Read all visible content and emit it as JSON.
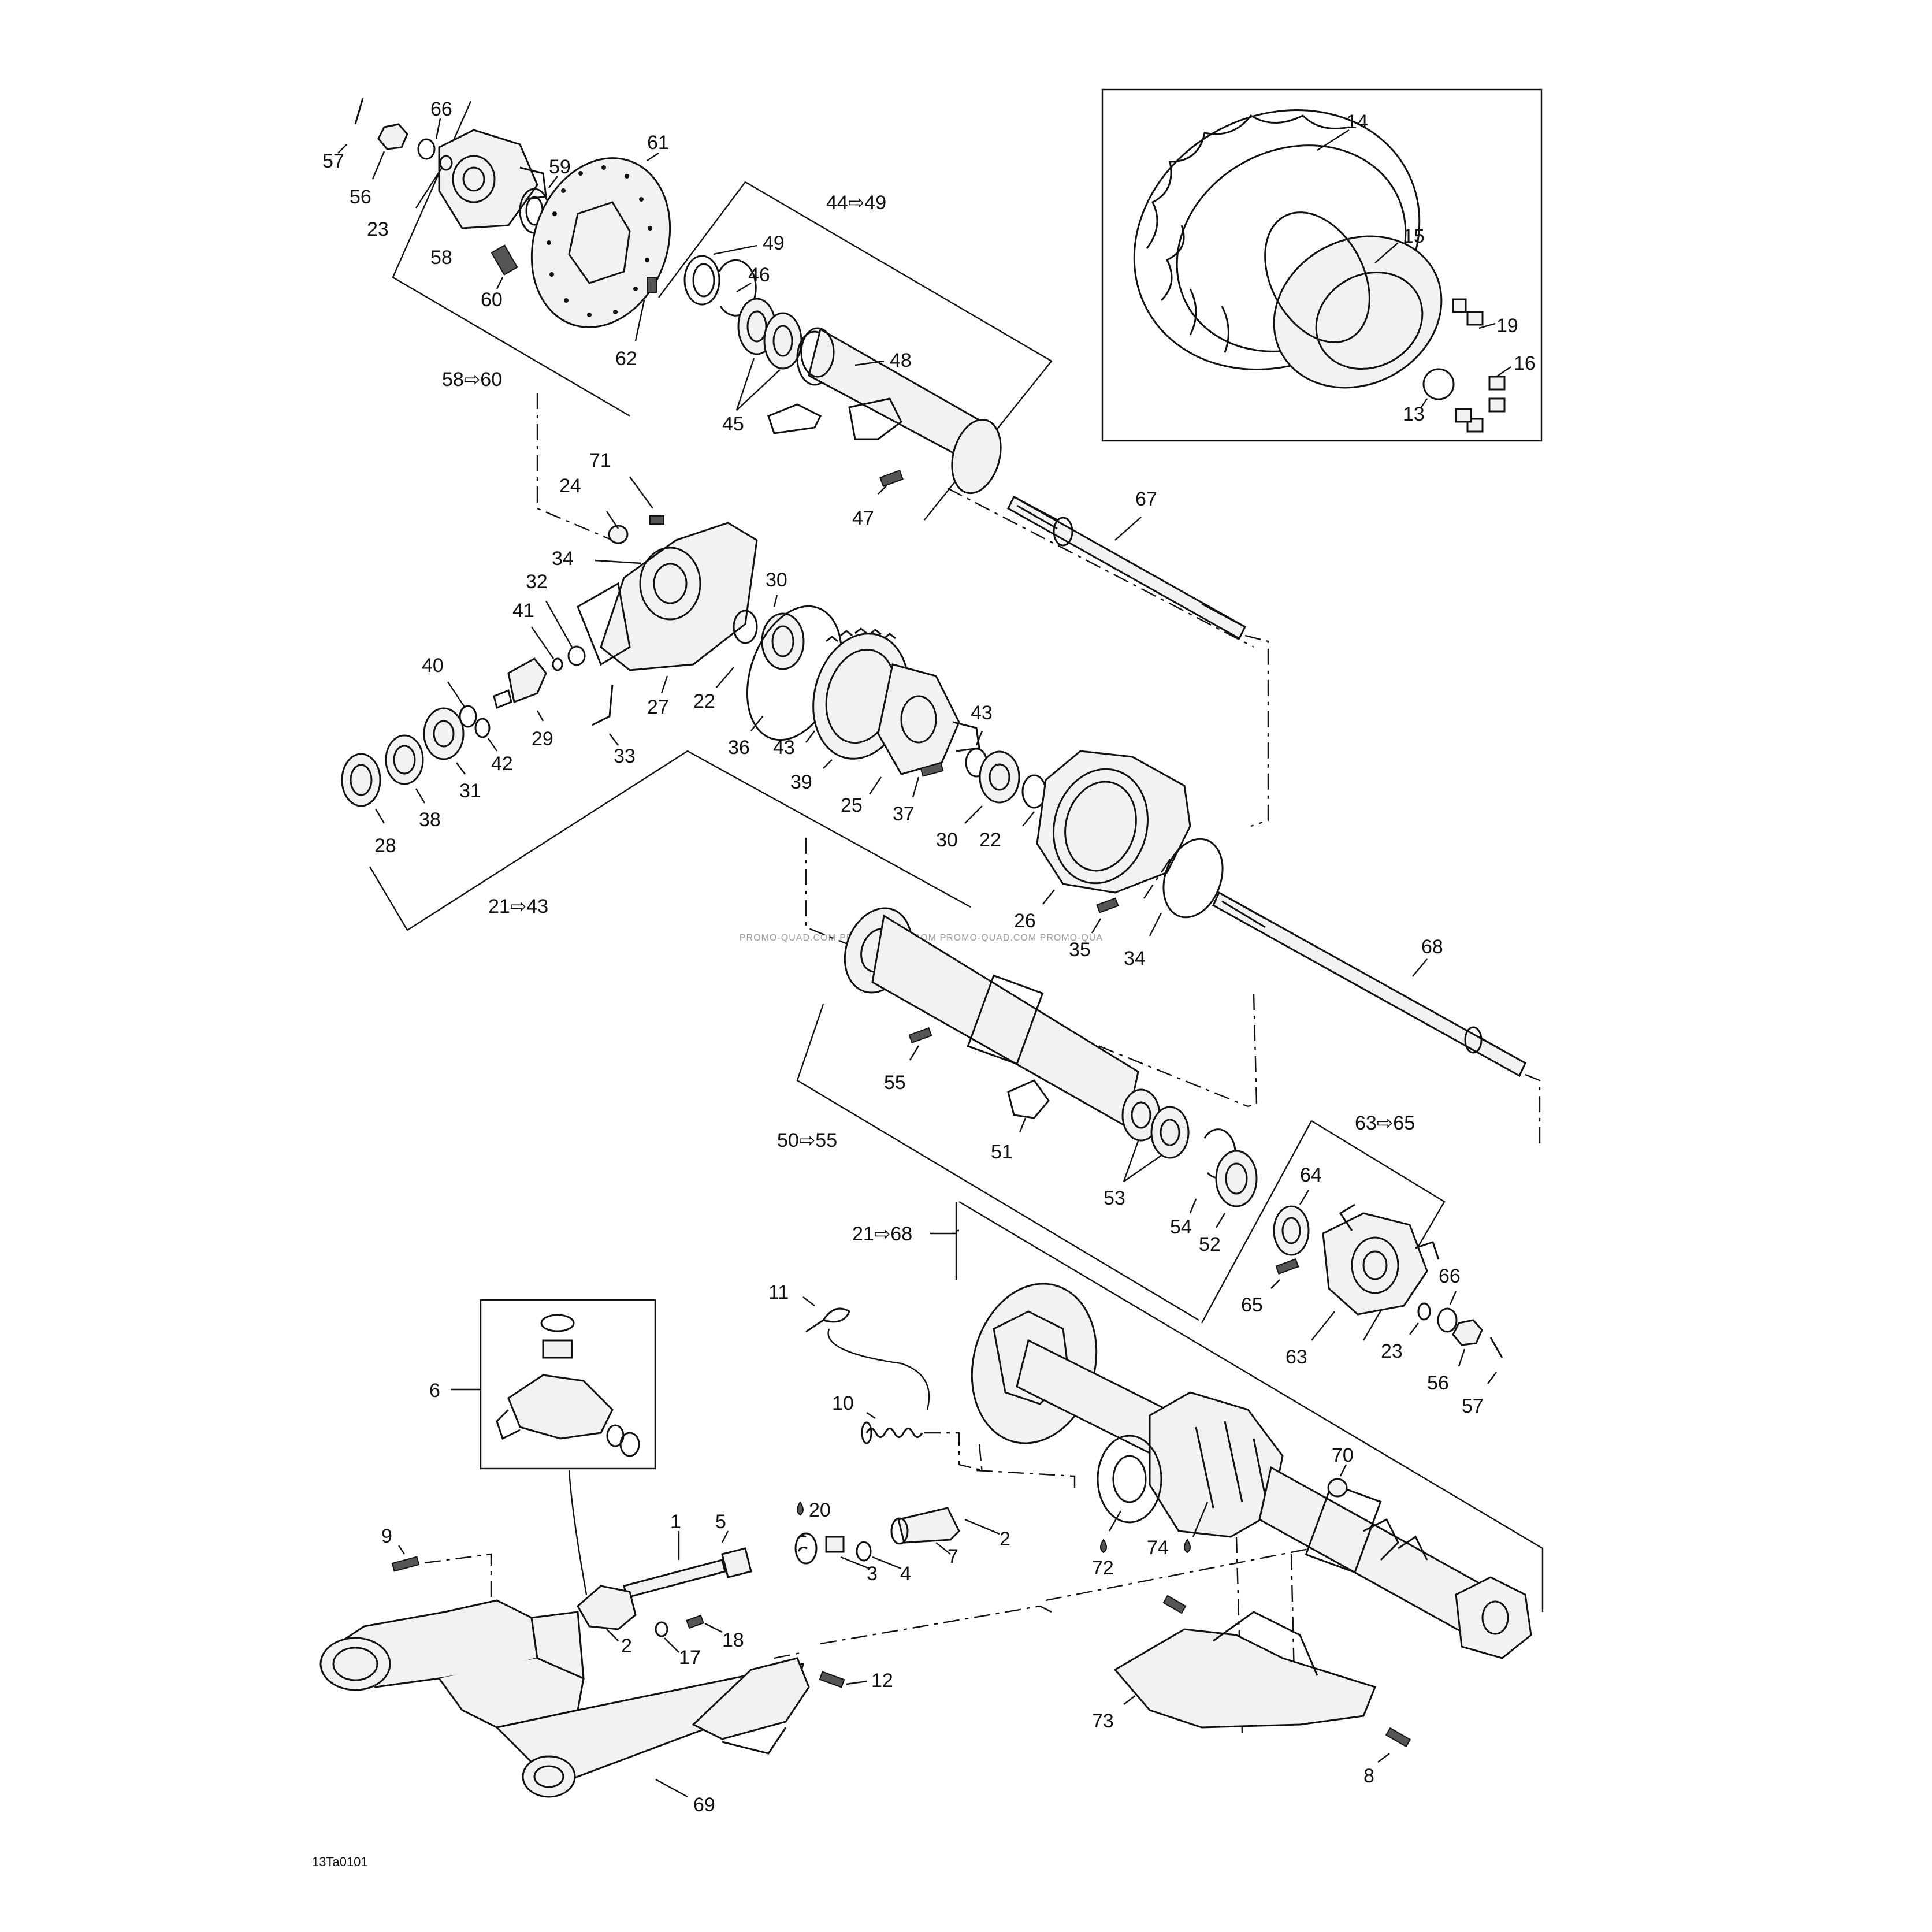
{
  "callouts": {
    "c1": "1",
    "c2a": "2",
    "c2b": "2",
    "c3": "3",
    "c4": "4",
    "c5": "5",
    "c6": "6",
    "c7": "7",
    "c8": "8",
    "c9": "9",
    "c10": "10",
    "c11": "11",
    "c12": "12",
    "c13": "13",
    "c14": "14",
    "c15": "15",
    "c16": "16",
    "c17": "17",
    "c18": "18",
    "c19": "19",
    "c20": "20",
    "c22a": "22",
    "c22b": "22",
    "c23a": "23",
    "c23b": "23",
    "c24": "24",
    "c25": "25",
    "c26": "26",
    "c27": "27",
    "c28": "28",
    "c29": "29",
    "c30a": "30",
    "c30b": "30",
    "c31": "31",
    "c32": "32",
    "c33": "33",
    "c34a": "34",
    "c34b": "34",
    "c35": "35",
    "c36": "36",
    "c37": "37",
    "c38": "38",
    "c39": "39",
    "c40": "40",
    "c41": "41",
    "c42": "42",
    "c43a": "43",
    "c43b": "43",
    "c45": "45",
    "c46": "46",
    "c47": "47",
    "c48": "48",
    "c49": "49",
    "c51": "51",
    "c52": "52",
    "c53": "53",
    "c54": "54",
    "c55": "55",
    "c56a": "56",
    "c56b": "56",
    "c57a": "57",
    "c57b": "57",
    "c58": "58",
    "c59": "59",
    "c60": "60",
    "c61": "61",
    "c62": "62",
    "c63": "63",
    "c64": "64",
    "c65": "65",
    "c66a": "66",
    "c66b": "66",
    "c67": "67",
    "c68": "68",
    "c69": "69",
    "c70": "70",
    "c71": "71",
    "c72": "72",
    "c73": "73",
    "c74": "74"
  },
  "groups": {
    "g58_60": "58⇨60",
    "g44_49": "44⇨49",
    "g21_43": "21⇨43",
    "g50_55": "50⇨55",
    "g63_65": "63⇨65",
    "g21_68": "21⇨68"
  },
  "figure_code": "13Ta0101",
  "watermark": "PROMO-QUAD.COM   PROMO-QUAD.COM   PROMO-QUAD.COM   PROMO-QUA"
}
